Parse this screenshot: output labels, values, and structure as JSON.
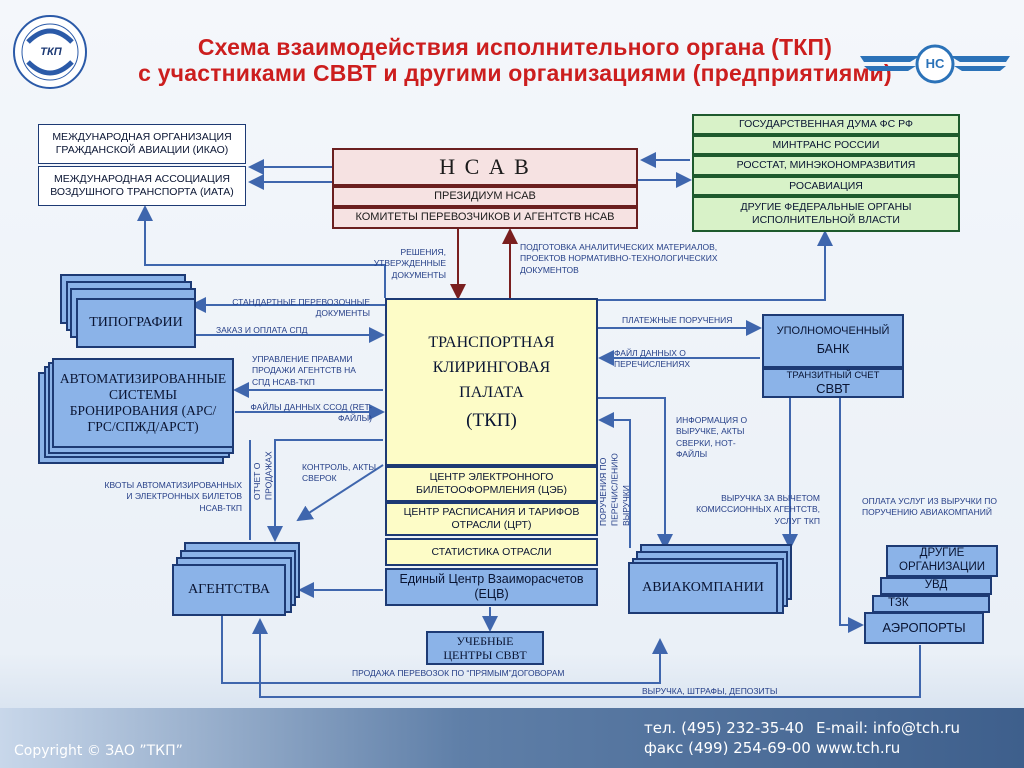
{
  "header": {
    "title_line1": "Схема взаимодействия исполнительного органа (ТКП)",
    "title_line2": "с участниками СВВТ и другими организациями (предприятиями)",
    "logo_left_text": "ТКП",
    "logo_right_text": "НС"
  },
  "boxes": {
    "ikao": "МЕЖДУНАРОДНАЯ ОРГАНИЗАЦИЯ ГРАЖДАНСКОЙ АВИАЦИИ (ИКАО)",
    "iata": "МЕЖДУНАРОДНАЯ АССОЦИАЦИЯ ВОЗДУШНОГО ТРАНСПОРТА (ИАТА)",
    "nsav": "Н С А В",
    "nsav_presidium": "ПРЕЗИДИУМ НСАВ",
    "nsav_committees": "КОМИТЕТЫ ПЕРЕВОЗЧИКОВ И АГЕНТСТВ НСАВ",
    "duma": "ГОСУДАРСТВЕННАЯ ДУМА ФС РФ",
    "mintrans": "МИНТРАНС РОССИИ",
    "rosstat": "РОССТАТ, МИНЭКОНОМРАЗВИТИЯ",
    "rosaviation": "РОСАВИАЦИЯ",
    "other_federal": "ДРУГИЕ ФЕДЕРАЛЬНЫЕ ОРГАНЫ ИСПОЛНИТЕЛЬНОЙ ВЛАСТИ",
    "tipografii": "ТИПОГРАФИИ",
    "abs": "АВТОМАТИЗИРОВАННЫЕ СИСТЕМЫ БРОНИРОВАНИЯ (АРС/ГРС/СПЖД/АРСТ)",
    "tkp": "ТРАНСПОРТНАЯ КЛИРИНГОВАЯ ПАЛАТА",
    "tkp_abbr": "(ТКП)",
    "ceb": "ЦЕНТР ЭЛЕКТРОННОГО БИЛЕТООФОРМЛЕНИЯ (ЦЭБ)",
    "crt": "ЦЕНТР РАСПИСАНИЯ И ТАРИФОВ ОТРАСЛИ (ЦРТ)",
    "stat": "СТАТИСТИКА ОТРАСЛИ",
    "ecv": "Единый Центр Взаиморасчетов (ЕЦВ)",
    "bank_title": "УПОЛНОМОЧЕННЫЙ",
    "bank": "БАНК",
    "transit_account": "ТРАНЗИТНЫЙ СЧЕТ",
    "svvt": "СВВТ",
    "agencies": "АГЕНТСТВА",
    "airlines": "АВИАКОМПАНИИ",
    "training_centers": "УЧЕБНЫЕ ЦЕНТРЫ СВВТ",
    "other_orgs": "ДРУГИЕ ОРГАНИЗАЦИИ",
    "uvd": "УВД",
    "tzk": "ТЗК",
    "airports": "АЭРОПОРТЫ"
  },
  "labels": {
    "decisions": "РЕШЕНИЯ, УТВЕРЖДЕННЫЕ ДОКУМЕНТЫ",
    "analytics": "ПОДГОТОВКА АНАЛИТИЧЕСКИХ МАТЕРИАЛОВ, ПРОЕКТОВ НОРМАТИВНО-ТЕХНОЛОГИЧЕСКИХ ДОКУМЕНТОВ",
    "standard_docs": "СТАНДАРТНЫЕ ПЕРЕВОЗОЧНЫЕ ДОКУМЕНТЫ",
    "order_pay": "ЗАКАЗ И ОПЛАТА СПД",
    "rights_mgmt": "УПРАВЛЕНИЕ ПРАВАМИ ПРОДАЖИ АГЕНТСТВ НА СПД НСАВ-ТКП",
    "data_files": "ФАЙЛЫ ДАННЫХ ССОД (RET-ФАЙЛЫ)",
    "payment_orders": "ПЛАТЕЖНЫЕ ПОРУЧЕНИЯ",
    "transfer_files": "ФАЙЛ ДАННЫХ О ПЕРЕЧИСЛЕНИЯХ",
    "revenue_info": "ИНФОРМАЦИЯ О ВЫРУЧКЕ, АКТЫ СВЕРКИ, НОТ-ФАЙЛЫ",
    "transfer_orders_vertical": "ПОРУЧЕНИЯ ПО ПЕРЕЧИСЛЕНИЮ ВЫРУЧКИ",
    "sales_report_vertical": "ОТЧЕТ О ПРОДАЖАХ",
    "control": "КОНТРОЛЬ, АКТЫ СВЕРОК",
    "quotas": "КВОТЫ АВТОМАТИЗИРОВАННЫХ И ЭЛЕКТРОННЫХ БИЛЕТОВ НСАВ-ТКП",
    "net_revenue": "ВЫРУЧКА ЗА ВЫЧЕТОМ КОМИССИОННЫХ АГЕНТСТВ, УСЛУГ ТКП",
    "services_payment": "ОПЛАТА УСЛУГ ИЗ ВЫРУЧКИ ПО ПОРУЧЕНИЮ АВИАКОМПАНИЙ",
    "direct_sales": "ПРОДАЖА ПЕРЕВОЗОК ПО “ПРЯМЫМ”ДОГОВОРАМ",
    "revenue_fines": "ВЫРУЧКА, ШТРАФЫ, ДЕПОЗИТЫ"
  },
  "footer": {
    "copyright": "Copyright © ЗАО ”ТКП”",
    "phone": "тел.  (495) 232-35-40",
    "fax": "факс (499) 254-69-00",
    "email": "E-mail: info@tch.ru",
    "web": "www.tch.ru"
  },
  "colors": {
    "title": "#cc1e1e",
    "box_blue": "#8bb3e8",
    "box_border": "#1d3a74",
    "tkp_fill": "#fdfcc7",
    "gov_fill": "#d8f2c8",
    "nsav_fill": "#f6e2e2",
    "arrow_blue": "#3f66ad",
    "arrow_red": "#7a1f1f"
  }
}
